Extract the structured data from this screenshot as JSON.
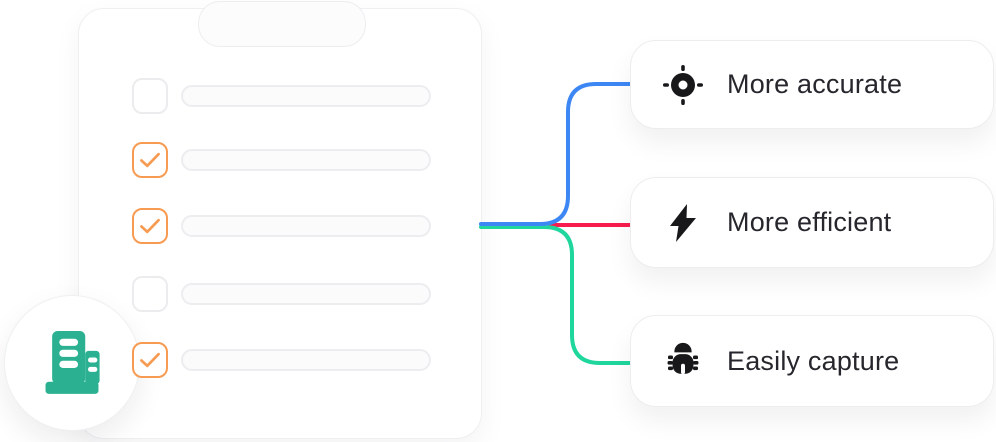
{
  "clipboard": {
    "rows": [
      {
        "checked": false
      },
      {
        "checked": true
      },
      {
        "checked": true
      },
      {
        "checked": false
      },
      {
        "checked": true
      }
    ],
    "check_color": "#f79b52"
  },
  "badge": {
    "icon": "building-icon",
    "color": "#2bb191"
  },
  "connectors": {
    "blue": "#3d87f5",
    "red": "#f91b4e",
    "green": "#1fd69d"
  },
  "ui": {
    "icon_color": "#18181b",
    "text_color": "#26262c",
    "background": "#ffffff"
  },
  "features": [
    {
      "icon": "target-icon",
      "label": "More accurate"
    },
    {
      "icon": "lightning-icon",
      "label": "More efficient"
    },
    {
      "icon": "bug-icon",
      "label": "Easily capture"
    }
  ]
}
